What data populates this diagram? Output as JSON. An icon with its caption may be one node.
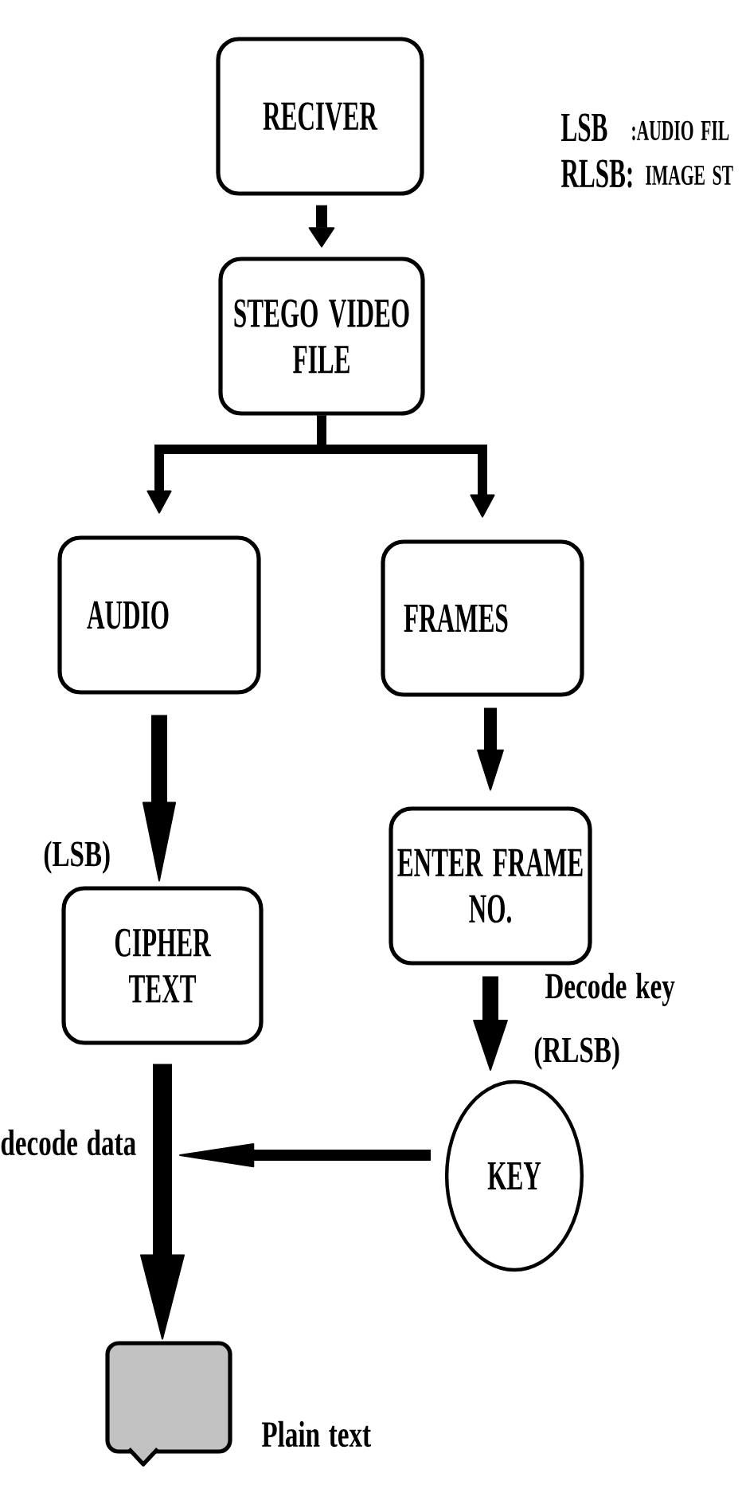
{
  "diagram": {
    "nodes": [
      {
        "text": [
          "RECIVER"
        ]
      },
      {
        "text": [
          "STEGO VIDEO FILE"
        ]
      },
      {
        "text": [
          "AUDIO"
        ]
      },
      {
        "text": [
          "FRAMES"
        ]
      },
      {
        "text": [
          "CIPHER TEXT"
        ]
      },
      {
        "text": [
          "ENTER FRAME NO."
        ]
      },
      {
        "text": [
          "KEY"
        ]
      },
      {
        "text": [],
        "shape": "box",
        "beside": [
          "Plain text"
        ]
      }
    ],
    "edges": [
      {
        "from": 0,
        "to": 1,
        "arrow": "to"
      },
      {
        "from": 1,
        "to": 2,
        "arrow": "to"
      },
      {
        "from": 1,
        "to": 3,
        "arrow": "to"
      },
      {
        "from": 2,
        "to": 4,
        "arrow": "to"
      },
      {
        "from": 3,
        "to": 5,
        "arrow": "to"
      },
      {
        "from": 5,
        "to": 6,
        "arrow": "to"
      },
      {
        "from": 4,
        "to": 7,
        "arrow": "to"
      },
      {
        "from": 6,
        "to": null,
        "arrow": "to"
      }
    ],
    "labels": [
      "LSB",
      ":AUDIO FIL",
      "RLSB:",
      "IMAGE ST",
      "(LSB)",
      "Decode key",
      "(RLSB)",
      "decode data"
    ]
  }
}
